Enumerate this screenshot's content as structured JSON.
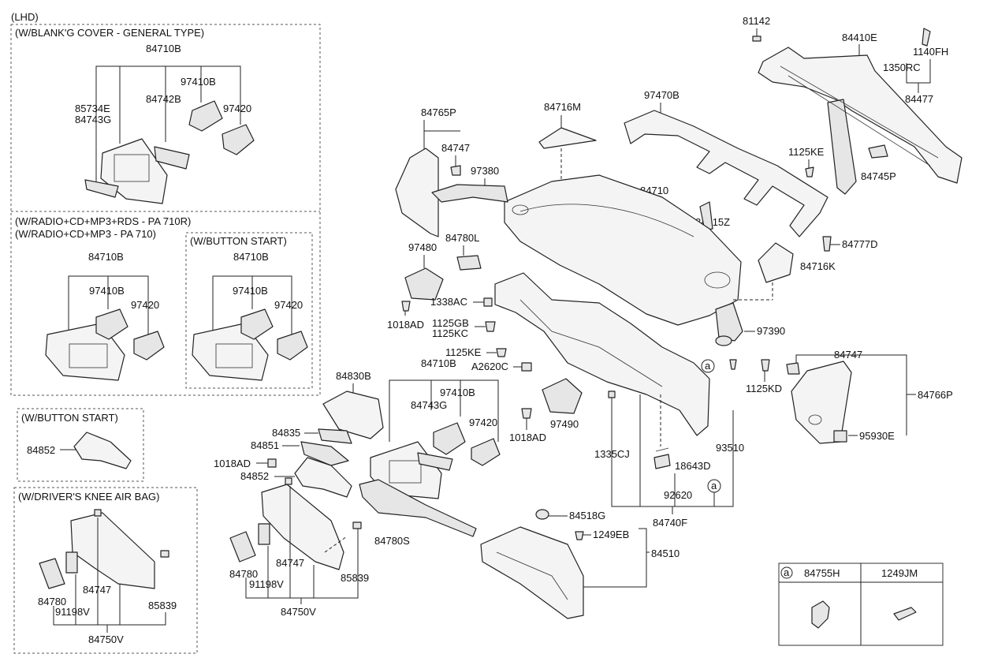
{
  "sections": {
    "lhd": "(LHD)",
    "blank_cover": "(W/BLANK'G COVER - GENERAL TYPE)",
    "radio_rds": "(W/RADIO+CD+MP3+RDS - PA 710R)",
    "radio": "(W/RADIO+CD+MP3 - PA 710)",
    "button_start_1": "(W/BUTTON START)",
    "button_start_2": "(W/BUTTON START)",
    "knee_airbag": "(W/DRIVER'S KNEE AIR BAG)"
  },
  "labels": {
    "p81142": "81142",
    "p84410E": "84410E",
    "p1140FH": "1140FH",
    "p1350RC": "1350RC",
    "p84477": "84477",
    "p97470B": "97470B",
    "p84716M": "84716M",
    "p84765P": "84765P",
    "p84747_a": "84747",
    "p97380": "97380",
    "p1125KE_a": "1125KE",
    "p84745P": "84745P",
    "p84710": "84710",
    "p84715Z": "84715Z",
    "p84777D": "84777D",
    "p84716K": "84716K",
    "p84780L": "84780L",
    "p97480": "97480",
    "p1338AC": "1338AC",
    "p1018AD_a": "1018AD",
    "p1125GB": "1125GB",
    "p1125KC": "1125KC",
    "p97390": "97390",
    "p1125KE_b": "1125KE",
    "pA2620C": "A2620C",
    "p84747_b": "84747",
    "p84766P": "84766P",
    "p1125KD": "1125KD",
    "p84830B": "84830B",
    "p84710B_c": "84710B",
    "p97410B_c": "97410B",
    "p84743G_c": "84743G",
    "p97420_c": "97420",
    "p1018AD_b": "1018AD",
    "p97490": "97490",
    "p1335CJ": "1335CJ",
    "p93510": "93510",
    "p95930E": "95930E",
    "p84835": "84835",
    "p84851": "84851",
    "p1018AD_c": "1018AD",
    "p84852_b": "84852",
    "p18643D": "18643D",
    "p92620": "92620",
    "p84740F": "84740F",
    "p84518G": "84518G",
    "p1249EB": "1249EB",
    "p84510": "84510",
    "p84780S": "84780S",
    "p84780_b": "84780",
    "p91198V_b": "91198V",
    "p84747_c": "84747",
    "p85839_b": "85839",
    "p84750V_b": "84750V",
    "p84710B_1": "84710B",
    "p85734E": "85734E",
    "p84743G_1": "84743G",
    "p84742B": "84742B",
    "p97410B_1": "97410B",
    "p97420_1": "97420",
    "p84710B_2": "84710B",
    "p97410B_2": "97410B",
    "p97420_2": "97420",
    "p84710B_3": "84710B",
    "p97410B_3": "97410B",
    "p97420_3": "97420",
    "p84852_a": "84852",
    "p84780_a": "84780",
    "p91198V_a": "91198V",
    "p84747_d": "84747",
    "p85839_a": "85839",
    "p84750V_a": "84750V",
    "callout_a": "a"
  },
  "legend": {
    "marker": "a",
    "col1": "84755H",
    "col2": "1249JM"
  }
}
